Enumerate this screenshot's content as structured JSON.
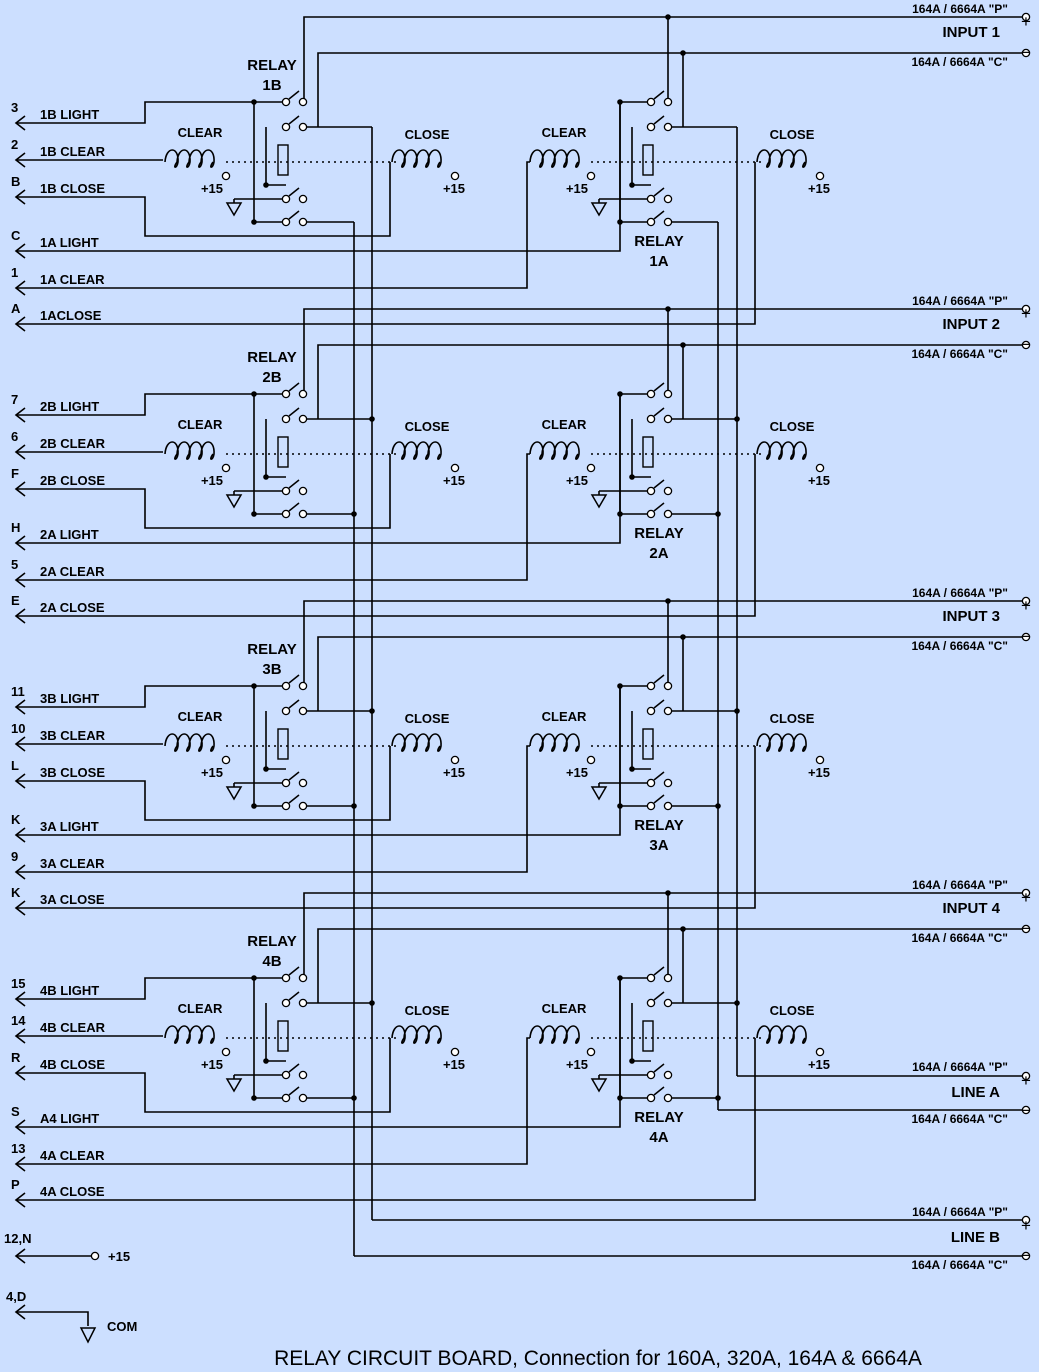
{
  "caption": "RELAY  CIRCUIT  BOARD,  Connection for 160A, 320A, 164A & 6664A",
  "terminal_p": "164A / 6664A \"P\"",
  "terminal_c": "164A / 6664A \"C\"",
  "plus_sign": "+",
  "minus_sign": "−",
  "coil_clear": "CLEAR",
  "coil_close": "CLOSE",
  "supply": "+15",
  "relay_word": "RELAY",
  "inputs": [
    {
      "label": "INPUT 1"
    },
    {
      "label": "INPUT 2"
    },
    {
      "label": "INPUT 3"
    },
    {
      "label": "INPUT 4"
    }
  ],
  "lines": [
    {
      "label": "LINE  A"
    },
    {
      "label": "LINE  B"
    }
  ],
  "relays": [
    {
      "b": "1B",
      "a": "1A"
    },
    {
      "b": "2B",
      "a": "2A"
    },
    {
      "b": "3B",
      "a": "3A"
    },
    {
      "b": "4B",
      "a": "4A"
    }
  ],
  "left_terminals": [
    {
      "pin": "3",
      "label": "1B LIGHT"
    },
    {
      "pin": "2",
      "label": "1B CLEAR"
    },
    {
      "pin": "B",
      "label": "1B CLOSE"
    },
    {
      "pin": "C",
      "label": "1A LIGHT"
    },
    {
      "pin": "1",
      "label": "1A CLEAR"
    },
    {
      "pin": "A",
      "label": "1ACLOSE"
    },
    {
      "pin": "7",
      "label": "2B LIGHT"
    },
    {
      "pin": "6",
      "label": "2B CLEAR"
    },
    {
      "pin": "F",
      "label": "2B CLOSE"
    },
    {
      "pin": "H",
      "label": "2A LIGHT"
    },
    {
      "pin": "5",
      "label": "2A CLEAR"
    },
    {
      "pin": "E",
      "label": "2A CLOSE"
    },
    {
      "pin": "11",
      "label": "3B LIGHT"
    },
    {
      "pin": "10",
      "label": "3B CLEAR"
    },
    {
      "pin": "L",
      "label": "3B CLOSE"
    },
    {
      "pin": "K",
      "label": "3A LIGHT"
    },
    {
      "pin": "9",
      "label": "3A CLEAR"
    },
    {
      "pin": "K",
      "label": "3A CLOSE"
    },
    {
      "pin": "15",
      "label": "4B LIGHT"
    },
    {
      "pin": "14",
      "label": "4B CLEAR"
    },
    {
      "pin": "R",
      "label": "4B CLOSE"
    },
    {
      "pin": "S",
      "label": "A4 LIGHT"
    },
    {
      "pin": "13",
      "label": "4A CLEAR"
    },
    {
      "pin": "P",
      "label": "4A CLOSE"
    }
  ],
  "power": {
    "pin": "12,N",
    "label": "+15"
  },
  "common": {
    "pin": "4,D",
    "label": "COM"
  }
}
